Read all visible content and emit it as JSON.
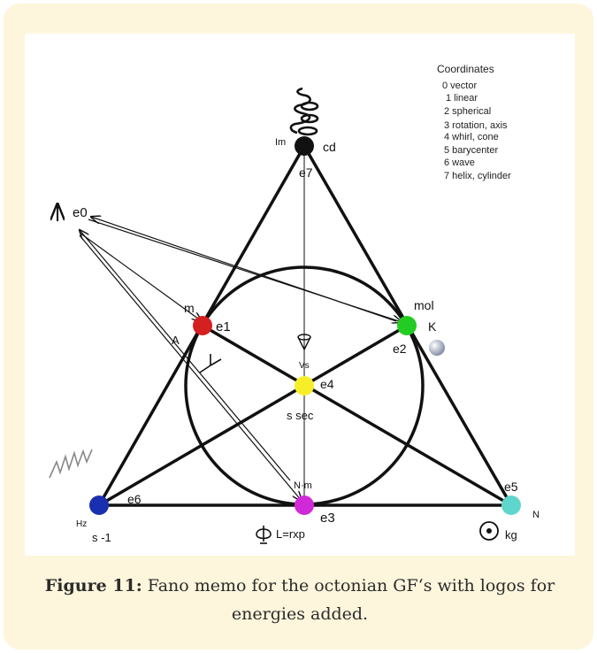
{
  "diagram": {
    "legend": {
      "title": "Coordinates",
      "items": [
        "0 vector",
        "1 linear",
        "2 spherical",
        "3 rotation, axis",
        "4 whirl, cone",
        "5 barycenter",
        "6 wave",
        "7 helix, cylinder"
      ]
    },
    "nodes": {
      "e7": {
        "label": "e7",
        "color": "#111111",
        "left": "Im",
        "right": "cd"
      },
      "e1": {
        "label": "e1",
        "color": "#d42020",
        "top": "m",
        "side": "A"
      },
      "e2": {
        "label": "e2",
        "color": "#22cc22",
        "top": "mol",
        "right": "K"
      },
      "e4": {
        "label": "e4",
        "color": "#f7ee2a",
        "top": "Vs",
        "bottom": "s sec"
      },
      "e6": {
        "label": "e6",
        "color": "#1a2fb0",
        "left": "Hz",
        "bottom": "s -1"
      },
      "e3": {
        "label": "e3",
        "color": "#d02ad8",
        "top": "N·m",
        "bottom": "L=rxp"
      },
      "e5": {
        "label": "e5",
        "color": "#5fd6cc",
        "right": "N",
        "bottom": "kg"
      },
      "e0": {
        "label": "e0"
      }
    }
  },
  "caption": {
    "label": "Figure 11:",
    "text": "Fano memo for the octonian GF‘s with logos for energies added."
  }
}
